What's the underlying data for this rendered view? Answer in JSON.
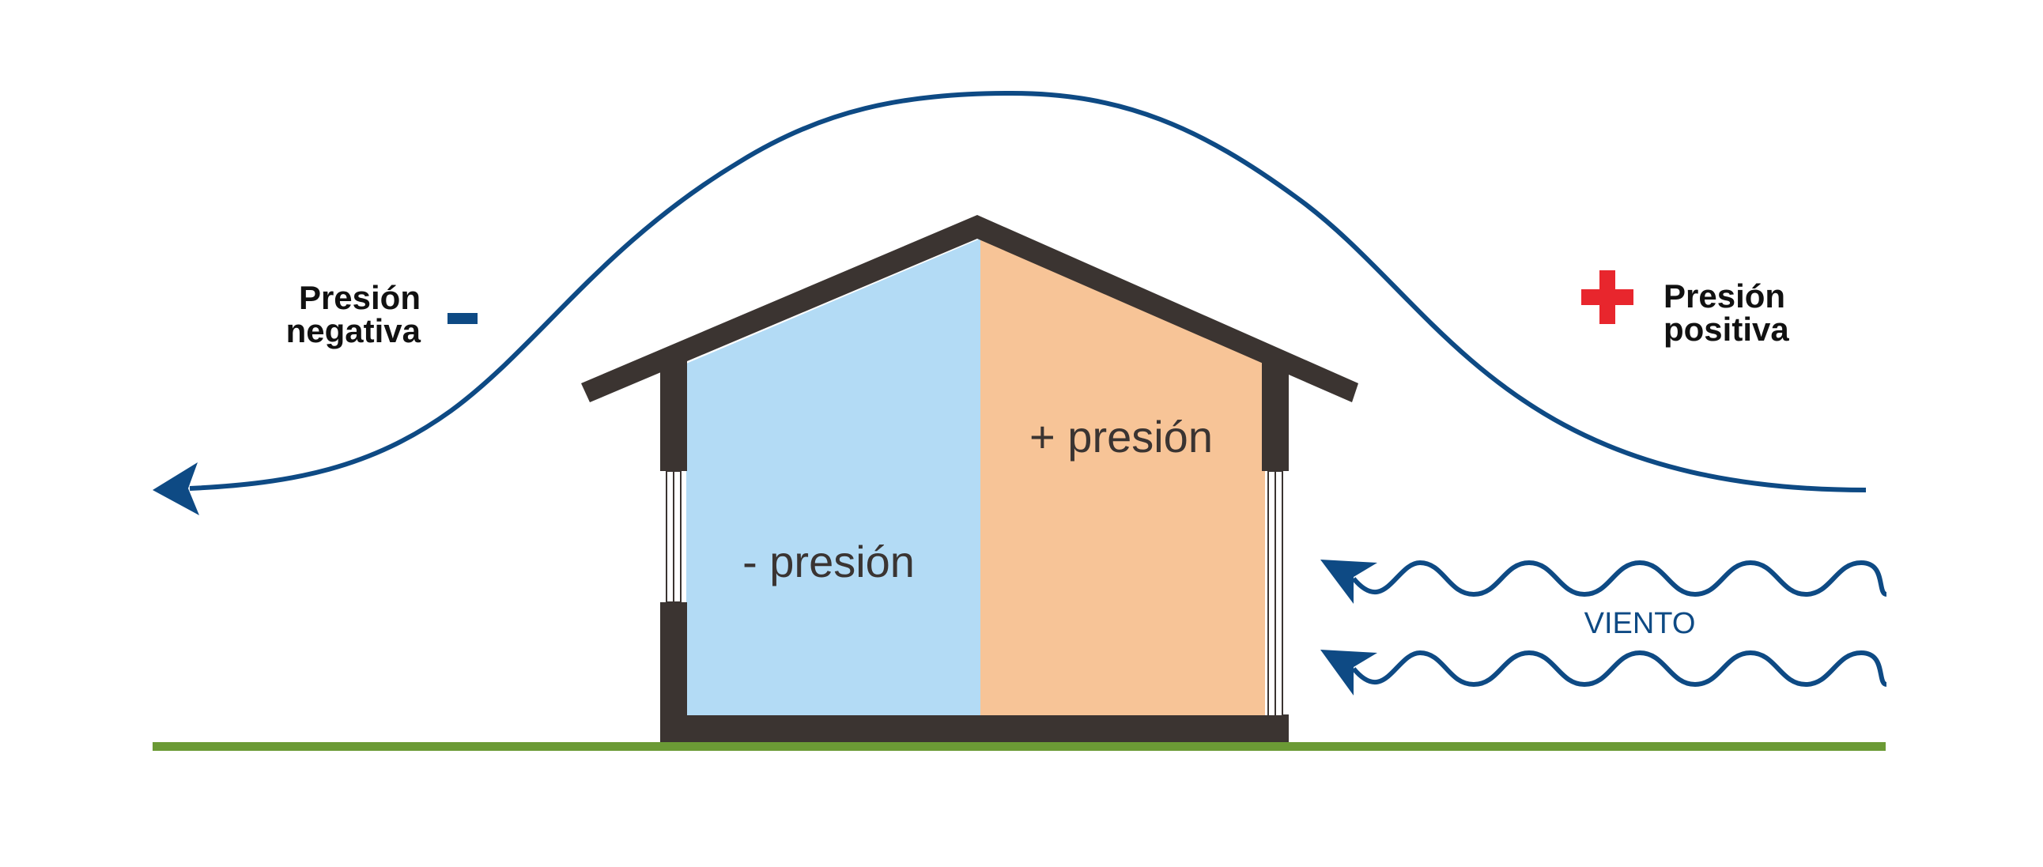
{
  "labels": {
    "negative_pressure": {
      "line1": "Presión",
      "line2": "negativa"
    },
    "positive_pressure": {
      "line1": "Presión",
      "line2": "positiva"
    },
    "room_left": "- presión",
    "room_right": "+ presión",
    "wind": "VIENTO"
  },
  "colors": {
    "flow_blue": "#0e4a84",
    "room_negative": "#b3dbf5",
    "room_positive": "#f7c497",
    "walls": "#3b3431",
    "ground": "#6b9a35",
    "plus_sign": "#e8262d",
    "minus_sign": "#0e4a84"
  },
  "icons": {
    "minus": "minus-icon",
    "plus": "plus-icon",
    "arrow": "arrowhead-icon"
  }
}
